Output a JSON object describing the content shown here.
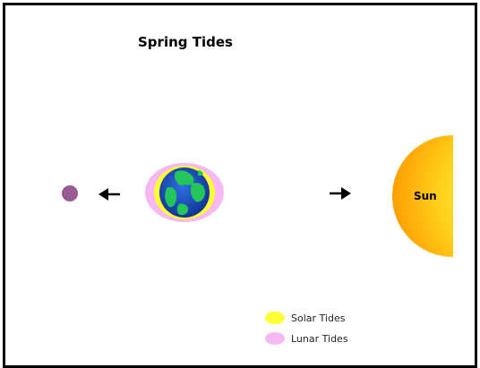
{
  "title": "Spring Tides",
  "sun": {
    "label": "Sun"
  },
  "legend": {
    "solar_label": "Solar Tides",
    "lunar_label": "Lunar Tides"
  },
  "colors": {
    "solar_tide": "#ffff33",
    "lunar_tide": "#f6b8f2",
    "moon": "#9a5a92",
    "sun_core": "#ffee33",
    "sun_edge": "#ff9900",
    "ocean": "#1a3fae",
    "land": "#22c65a"
  }
}
